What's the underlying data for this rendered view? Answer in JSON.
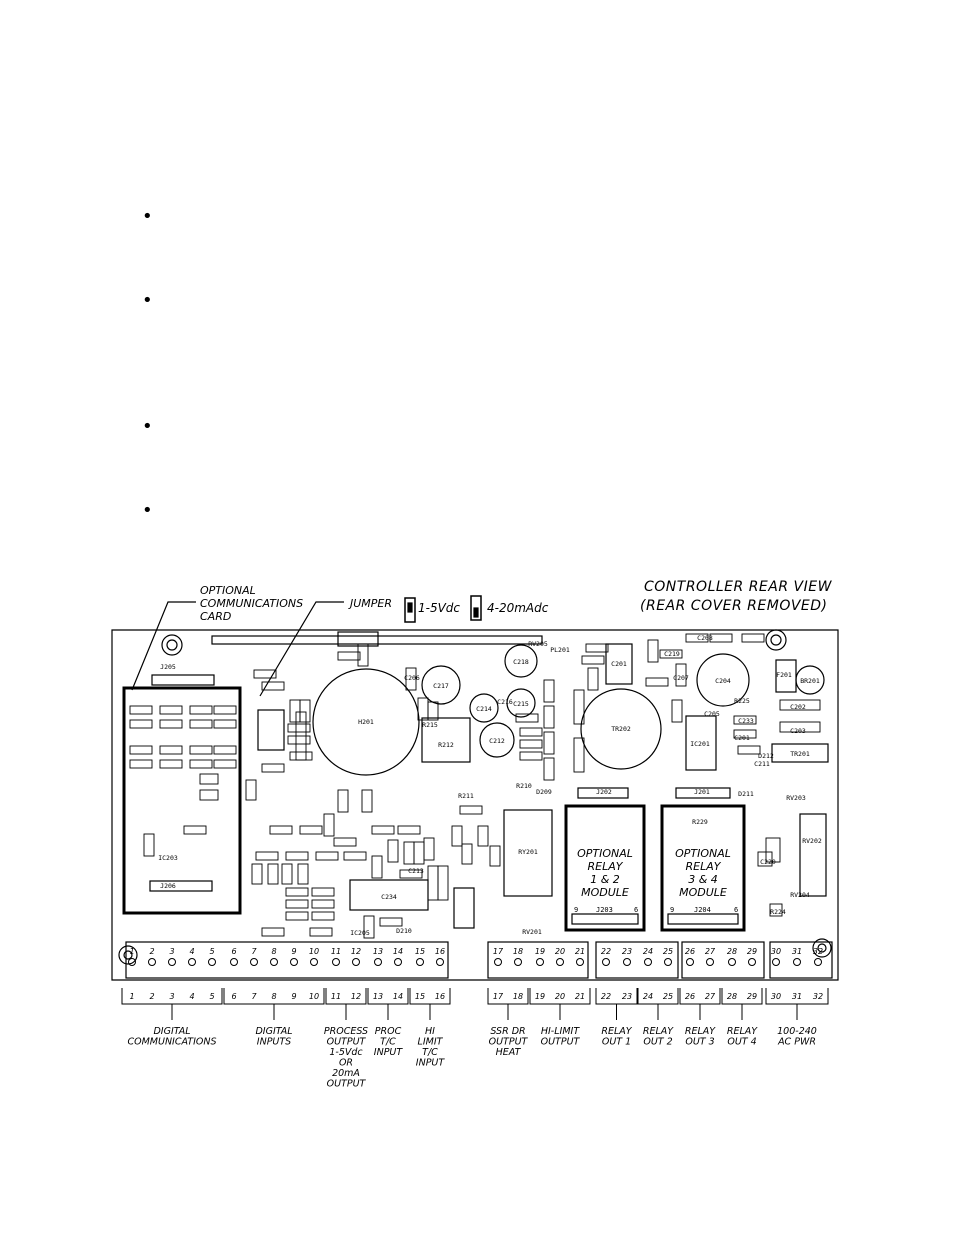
{
  "bullets": [
    "•",
    "•",
    "•",
    "•"
  ],
  "header": {
    "optional_card": [
      "OPTIONAL",
      "COMMUNICATIONS",
      "CARD"
    ],
    "jumper": "JUMPER",
    "voltage": "1-5Vdc",
    "current": "4-20mAdc",
    "view_title": [
      "CONTROLLER REAR VIEW",
      "(REAR COVER REMOVED)"
    ]
  },
  "relays": {
    "relay12": [
      "OPTIONAL",
      "RELAY",
      "1 & 2",
      "MODULE"
    ],
    "relay34": [
      "OPTIONAL",
      "RELAY",
      "3 & 4",
      "MODULE"
    ],
    "j203": "J203",
    "j204": "J204",
    "nine": "9",
    "six": "6"
  },
  "board_components": [
    "H201",
    "TR202",
    "C217",
    "C214",
    "C218",
    "C215",
    "C216",
    "C212",
    "C204",
    "C201",
    "RY201",
    "IC203",
    "IC201",
    "C234",
    "J205",
    "J206",
    "J201",
    "J202",
    "C202",
    "C203",
    "TR201",
    "RV203",
    "RV204",
    "RV205",
    "RV201",
    "RV202",
    "F201",
    "BR201",
    "PL201",
    "C219",
    "C208",
    "C207",
    "R212",
    "R215",
    "R225",
    "R224",
    "C211",
    "R210",
    "R211",
    "D209",
    "C213",
    "D210",
    "D211",
    "D212",
    "IC205",
    "C206",
    "C205",
    "R229",
    "C220",
    "C233",
    "C201"
  ],
  "terminal_numbers": [
    "1",
    "2",
    "3",
    "4",
    "5",
    "6",
    "7",
    "8",
    "9",
    "10",
    "11",
    "12",
    "13",
    "14",
    "15",
    "16",
    "17",
    "18",
    "19",
    "20",
    "21",
    "22",
    "23",
    "24",
    "25",
    "26",
    "27",
    "28",
    "29",
    "30",
    "31",
    "32"
  ],
  "groups": [
    {
      "nums": [
        "1",
        "2",
        "3",
        "4",
        "5"
      ],
      "label": [
        "DIGITAL",
        "COMMUNICATIONS"
      ]
    },
    {
      "nums": [
        "6",
        "7",
        "8",
        "9",
        "10"
      ],
      "label": [
        "DIGITAL",
        "INPUTS"
      ]
    },
    {
      "nums": [
        "11",
        "12"
      ],
      "label": [
        "PROCESS",
        "OUTPUT",
        "1-5Vdc",
        "OR",
        "20mA",
        "OUTPUT"
      ]
    },
    {
      "nums": [
        "13",
        "14"
      ],
      "label": [
        "PROC",
        "T/C",
        "INPUT"
      ]
    },
    {
      "nums": [
        "15",
        "16"
      ],
      "label": [
        "HI",
        "LIMIT",
        "T/C",
        "INPUT"
      ]
    },
    {
      "nums": [
        "17",
        "18"
      ],
      "label": [
        "SSR DR",
        "OUTPUT",
        "HEAT"
      ]
    },
    {
      "nums": [
        "19",
        "20",
        "21"
      ],
      "label": [
        "HI-LIMIT",
        "OUTPUT"
      ]
    },
    {
      "nums": [
        "22",
        "23"
      ],
      "label": [
        "RELAY",
        "OUT 1"
      ]
    },
    {
      "nums": [
        "24",
        "25"
      ],
      "label": [
        "RELAY",
        "OUT 2"
      ]
    },
    {
      "nums": [
        "26",
        "27"
      ],
      "label": [
        "RELAY",
        "OUT 3"
      ]
    },
    {
      "nums": [
        "28",
        "29"
      ],
      "label": [
        "RELAY",
        "OUT 4"
      ]
    },
    {
      "nums": [
        "30",
        "31",
        "32"
      ],
      "label": [
        "100-240",
        "AC PWR"
      ]
    }
  ]
}
